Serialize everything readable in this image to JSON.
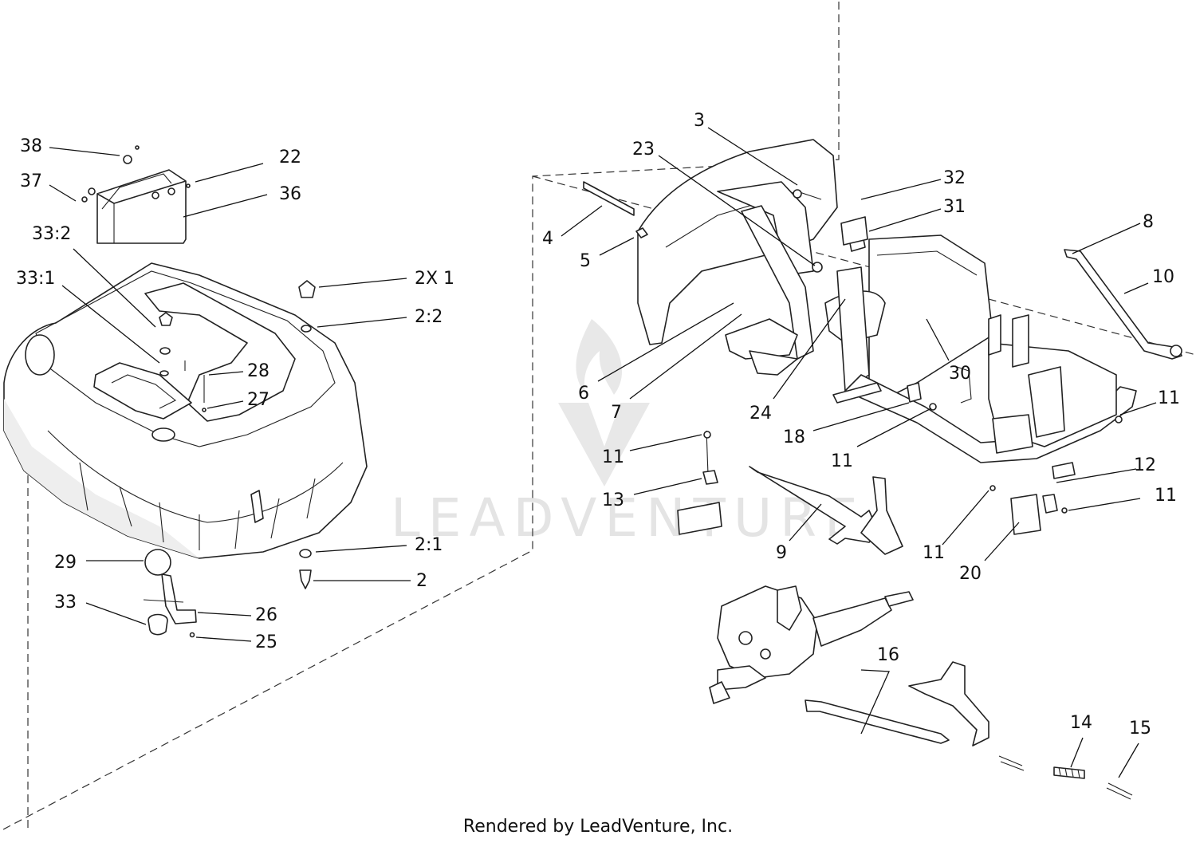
{
  "watermark": "LEADVENTURE",
  "footer": "Rendered by LeadVenture, Inc.",
  "callouts": {
    "c38": "38",
    "c37": "37",
    "c22": "22",
    "c36": "36",
    "c33_2": "33:2",
    "c33_1": "33:1",
    "c2x1": "2X 1",
    "c2_2": "2:2",
    "c28": "28",
    "c27": "27",
    "c2_1": "2:1",
    "c2": "2",
    "c29": "29",
    "c33": "33",
    "c26": "26",
    "c25": "25",
    "c3": "3",
    "c23": "23",
    "c32": "32",
    "c31": "31",
    "c4": "4",
    "c5": "5",
    "c8": "8",
    "c10": "10",
    "c6": "6",
    "c7": "7",
    "c24": "24",
    "c30": "30",
    "c11a": "11",
    "c11b": "11",
    "c11c": "11",
    "c11d": "11",
    "c11e": "11",
    "c18": "18",
    "c13": "13",
    "c12": "12",
    "c9": "9",
    "c20": "20",
    "c16": "16",
    "c14": "14",
    "c15": "15"
  },
  "colors": {
    "line": "#111111",
    "watermark": "#e4e4e4",
    "background": "#ffffff"
  }
}
